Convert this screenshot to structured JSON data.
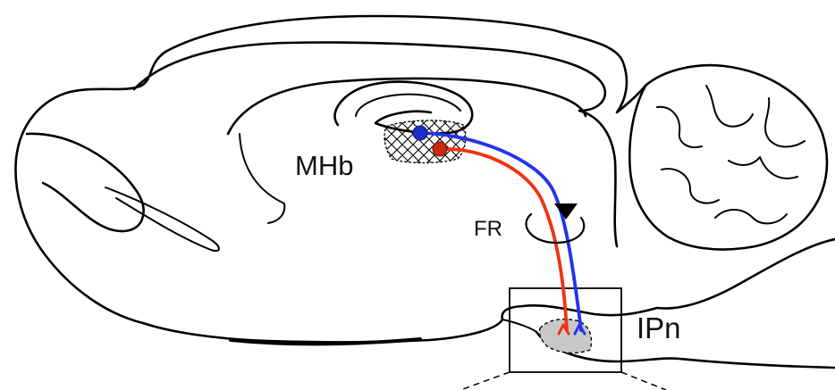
{
  "labels": {
    "mhb": "MHb",
    "fr": "FR",
    "ipn": "IPn"
  },
  "colors": {
    "outline": "#000000",
    "pathway_a": "#2233ee",
    "pathway_b": "#ee3311",
    "soma_a": "#1c2fc8",
    "soma_b": "#cc2a10",
    "ipn_fill": "#c8c8c8"
  },
  "icons": {
    "rotation": "circular-arrow-icon",
    "direction": "triangle-down-icon"
  }
}
